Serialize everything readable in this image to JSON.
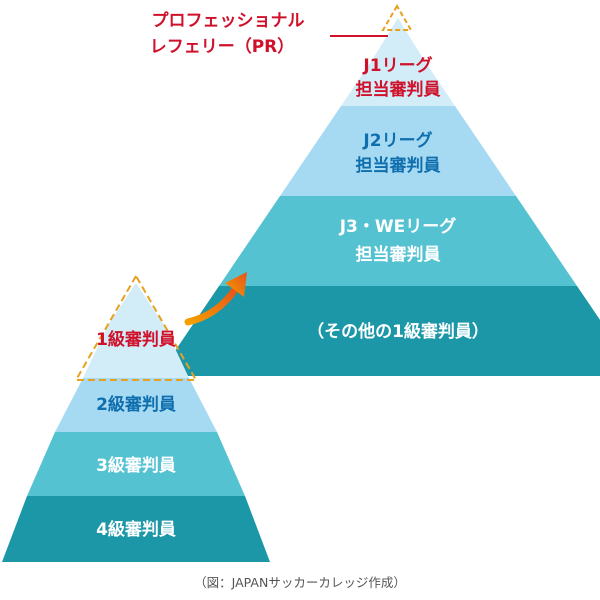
{
  "colors": {
    "tier1": "#d2ecf8",
    "tier2": "#a6daf3",
    "tier3": "#55c2d2",
    "tier4": "#1b97a8",
    "red_text": "#d0112b",
    "blue_text": "#0f6fae",
    "white_text": "#ffffff",
    "dashed_outline": "#e8a020",
    "arrow_start": "#f5a000",
    "arrow_end": "#e6521a",
    "leader_line": "#d0112b"
  },
  "pr": {
    "line1": "プロフェッショナル",
    "line2": "レフェリー（PR）",
    "icon": "dashed-triangle-icon"
  },
  "large_pyramid": {
    "tiers": [
      {
        "line1": "J1リーグ",
        "line2": "担当審判員"
      },
      {
        "line1": "J2リーグ",
        "line2": "担当審判員"
      },
      {
        "line1": "J3・WEリーグ",
        "line2": "担当審判員"
      },
      {
        "line1": "（その他の1級審判員）"
      }
    ]
  },
  "small_pyramid": {
    "tiers": [
      {
        "label": "1級審判員"
      },
      {
        "label": "2級審判員"
      },
      {
        "label": "3級審判員"
      },
      {
        "label": "4級審判員"
      }
    ]
  },
  "arrow_icon": "curved-arrow-icon",
  "caption": "（図：JAPANサッカーカレッジ作成）"
}
